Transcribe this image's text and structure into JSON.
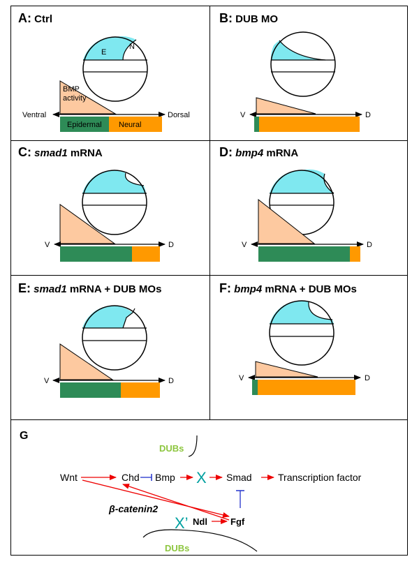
{
  "panels": [
    {
      "letter": "A:",
      "pre": "",
      "italic": "",
      "post": "Ctrl"
    },
    {
      "letter": "B:",
      "pre": "",
      "italic": "",
      "post": "DUB MO"
    },
    {
      "letter": "C:",
      "pre": "",
      "italic": "smad1",
      "post": " mRNA"
    },
    {
      "letter": "D:",
      "pre": "",
      "italic": "bmp4",
      "post": " mRNA"
    },
    {
      "letter": "E:",
      "pre": "",
      "italic": "smad1",
      "post": " mRNA + DUB MOs"
    },
    {
      "letter": "F:",
      "pre": "",
      "italic": "bmp4",
      "post": " mRNA + DUB MOs"
    }
  ],
  "panel_a": {
    "region_e": "E",
    "region_n": "N",
    "bmp_activity": [
      "BMP",
      "activity"
    ],
    "ventral": "Ventral",
    "dorsal": "Dorsal",
    "epidermal": "Epidermal",
    "neural": "Neural"
  },
  "axis_short": {
    "v": "V",
    "d": "D"
  },
  "panel_g": {
    "letter": "G",
    "dubs_top": "DUBs",
    "dubs_bottom": "DUBs",
    "wnt": "Wnt",
    "chd": "Chd",
    "bmp": "Bmp",
    "smad": "Smad",
    "tf": "Transcription factor",
    "x1": "X",
    "x2": "X’",
    "beta_catenin2": "β-catenin2",
    "ndl": "Ndl",
    "fgf": "Fgf"
  },
  "colors": {
    "epidermal": "#2e8b57",
    "neural": "#ff9900",
    "bmp": "#fdc9a0",
    "ectoderm": "#7fe8f0",
    "arrow": "#ee0000",
    "inhibit": "#2233cc",
    "x_mark": "#00a0a0",
    "dubs": "#8dc63f"
  }
}
